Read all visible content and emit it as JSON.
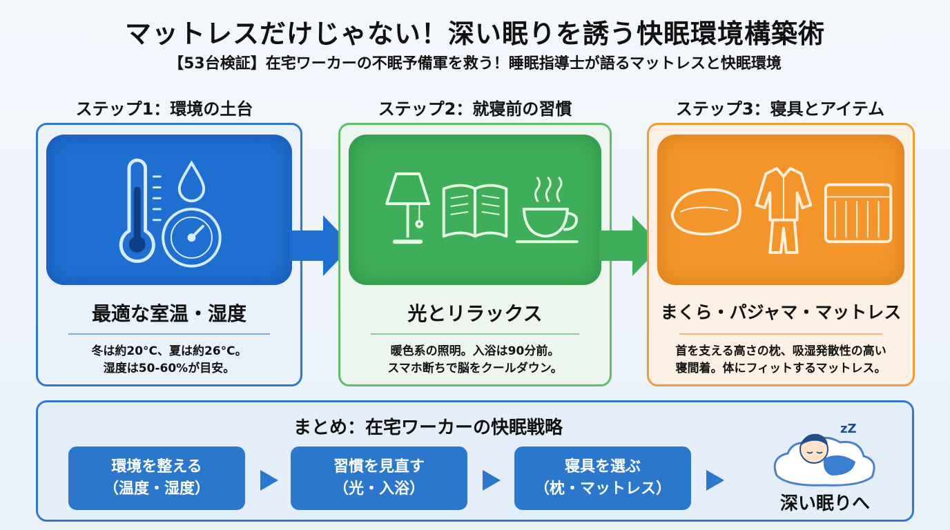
{
  "title": "マットレスだけじゃない！深い眠りを誘う快眠環境構築術",
  "subtitle": "【53台検証】在宅ワーカーの不眠予備軍を救う！睡眠指導士が語るマットレスと快眠環境",
  "steps": [
    {
      "label": "ステップ1：環境の土台",
      "heading": "最適な室温・湿度",
      "body": [
        "冬は約20°C、夏は約26°C。",
        "湿度は50-60%が目安。"
      ],
      "color": "#2f79c9"
    },
    {
      "label": "ステップ2：就寝前の習慣",
      "heading": "光とリラックス",
      "body": [
        "暖色系の照明。入浴は90分前。",
        "スマホ断ちで脳をクールダウン。"
      ],
      "color": "#5fbd6c"
    },
    {
      "label": "ステップ3：寝具とアイテム",
      "heading": "まくら・パジャマ・マットレス",
      "body": [
        "首を支える高さの枕、吸湿発散性の高い",
        "寝間着。体にフィットするマットレス。"
      ],
      "color": "#ef9a3c"
    }
  ],
  "summary": {
    "title": "まとめ：在宅ワーカーの快眠戦略",
    "boxes": [
      {
        "line1": "環境を整える",
        "line2": "（温度・湿度）"
      },
      {
        "line1": "習慣を見直す",
        "line2": "（光・入浴）"
      },
      {
        "line1": "寝具を選ぶ",
        "line2": "（枕・マットレス）"
      }
    ],
    "result": "深い眠りへ",
    "zzz": "zZ"
  },
  "icons": [
    "thermometer-icon",
    "water-drop-icon",
    "hygrometer-icon",
    "lamp-icon",
    "open-book-icon",
    "tea-cup-icon",
    "pillow-icon",
    "pajamas-icon",
    "mattress-icon",
    "sleeping-person-icon"
  ]
}
